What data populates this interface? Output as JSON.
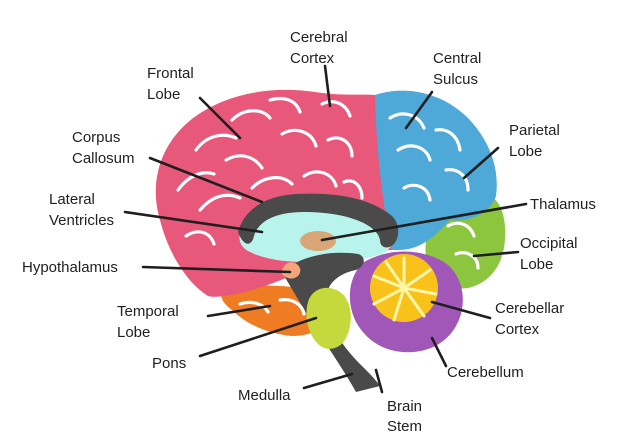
{
  "colors": {
    "frontal": "#e8587a",
    "parietal": "#4ea8d8",
    "occipital": "#8cc63f",
    "temporal": "#ef7c23",
    "cerebellum": "#a157b8",
    "cerebellar_cortex": "#f9c21a",
    "ventricles": "#b8f4ec",
    "inner_mass": "#4a4a4a",
    "thalamus": "#d9a677",
    "hypothalamus": "#f4a47a",
    "pons": "#c6d93c",
    "label_text": "#1f1f1f"
  },
  "labels": {
    "frontal_lobe": [
      "Frontal",
      "Lobe"
    ],
    "cerebral_cortex": [
      "Cerebral",
      "Cortex"
    ],
    "central_sulcus": [
      "Central",
      "Sulcus"
    ],
    "parietal_lobe": [
      "Parietal",
      "Lobe"
    ],
    "corpus_callosum": [
      "Corpus",
      "Callosum"
    ],
    "lateral_ventricles": [
      "Lateral",
      "Ventricles"
    ],
    "thalamus": [
      "Thalamus"
    ],
    "hypothalamus": [
      "Hypothalamus"
    ],
    "occipital_lobe": [
      "Occipital",
      "Lobe"
    ],
    "temporal_lobe": [
      "Temporal",
      "Lobe"
    ],
    "cerebellar_cortex": [
      "Cerebellar",
      "Cortex"
    ],
    "pons": [
      "Pons"
    ],
    "cerebellum": [
      "Cerebellum"
    ],
    "medulla": [
      "Medulla"
    ],
    "brain_stem": [
      "Brain",
      "Stem"
    ]
  }
}
